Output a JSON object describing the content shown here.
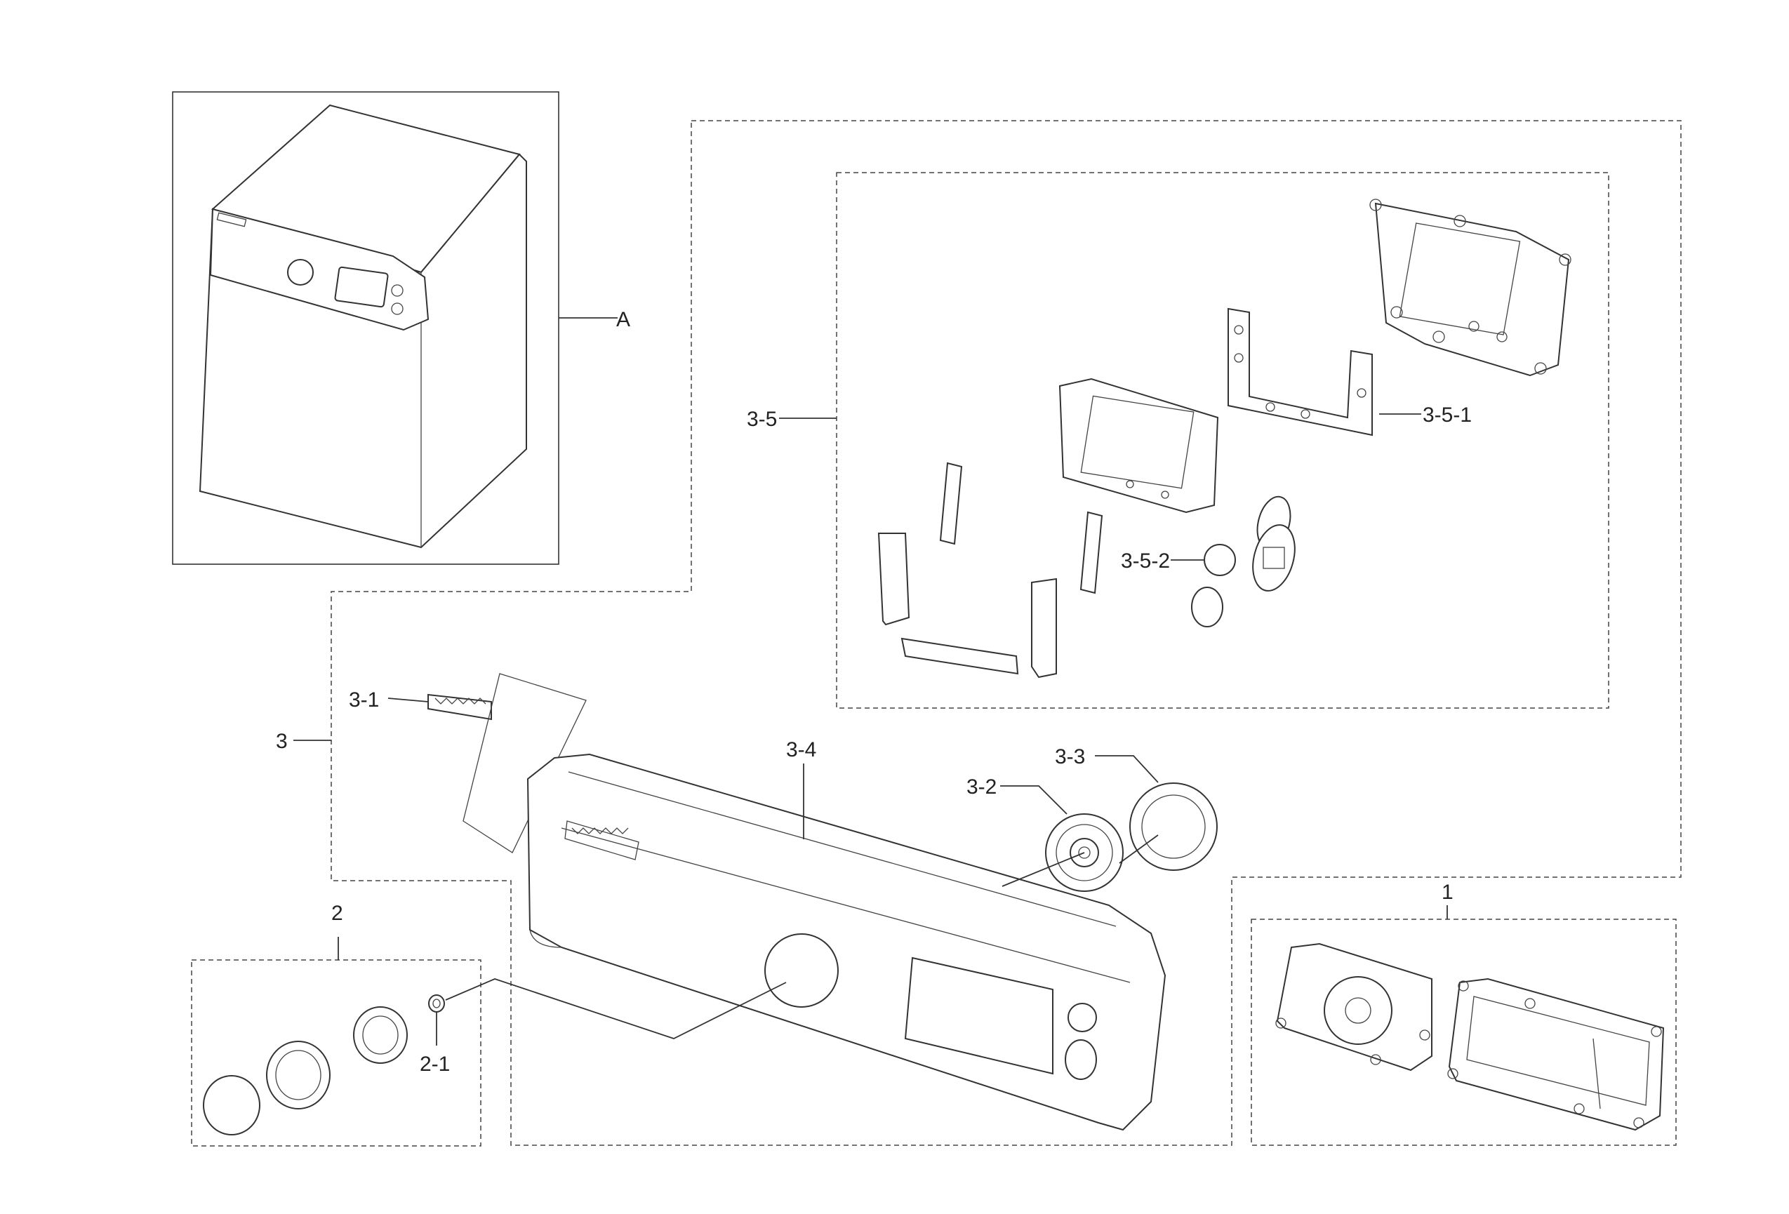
{
  "labels": {
    "a": "A",
    "p1": "1",
    "p2": "2",
    "p2_1": "2-1",
    "p3": "3",
    "p3_1": "3-1",
    "p3_2": "3-2",
    "p3_3": "3-3",
    "p3_4": "3-4",
    "p3_5": "3-5",
    "p3_5_1": "3-5-1",
    "p3_5_2": "3-5-2"
  }
}
